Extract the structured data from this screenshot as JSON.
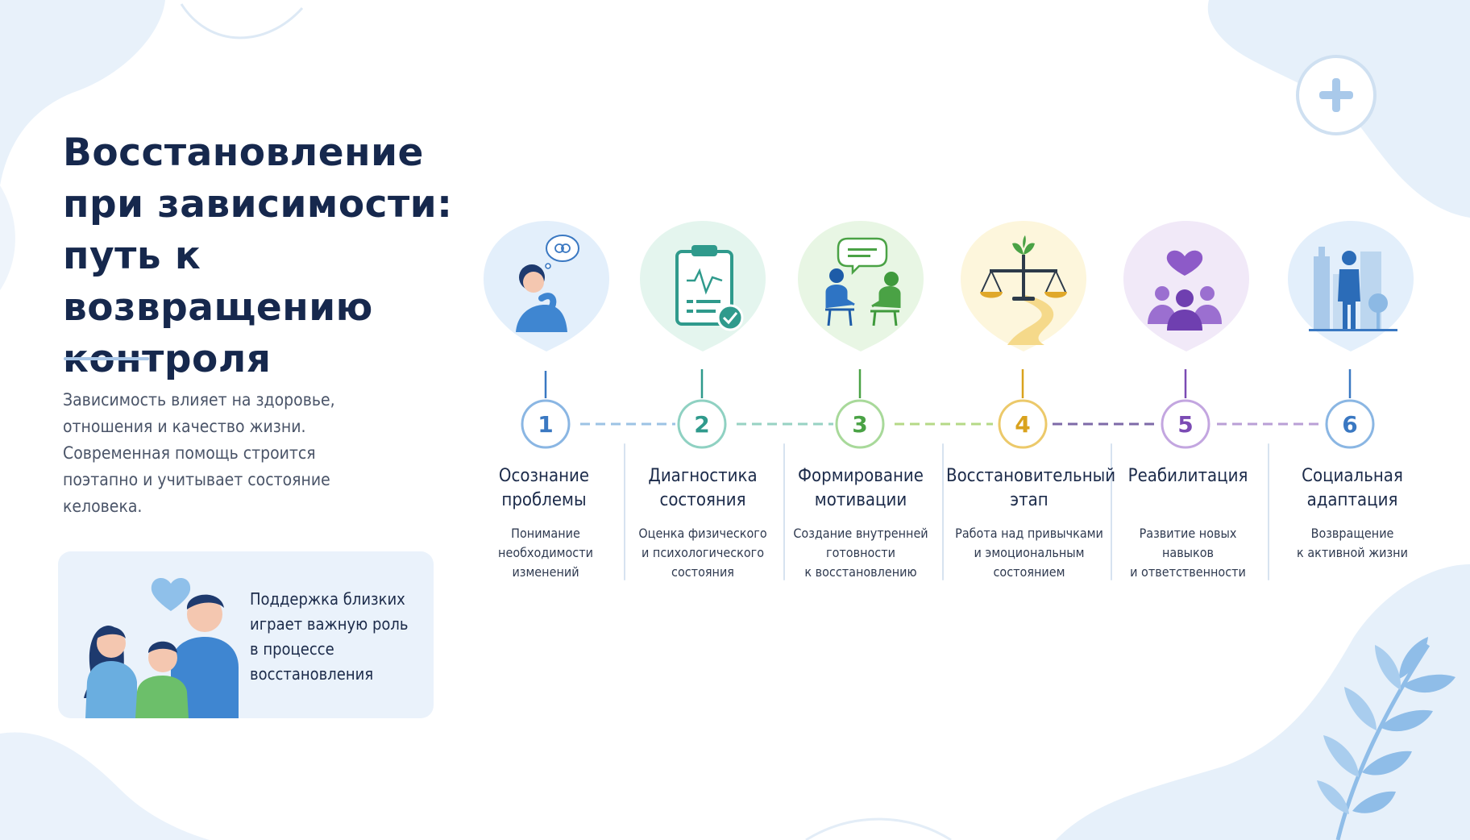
{
  "title": {
    "lines": [
      "Восстановление",
      "при зависимости:",
      "путь к возвращению",
      "контроля"
    ]
  },
  "intro": {
    "lines": [
      "Зависимость влияет на здоровье,",
      "отношения и качество жизни.",
      "Современная помощь строится",
      "поэтапно и учитывает состояние",
      "келовека."
    ]
  },
  "support": {
    "lines": [
      "Поддержка близких",
      "играет важную роль",
      "в процессе",
      "восстановления"
    ],
    "icon": "family-heart-illustration"
  },
  "steps": [
    {
      "number": "1",
      "title": [
        "Осознание",
        "проблемы"
      ],
      "desc": [
        "Понимание",
        "необходимости",
        "изменений"
      ],
      "color": "#3a78c2",
      "bubble": "#e3effb",
      "icon": "thinking-person-icon"
    },
    {
      "number": "2",
      "title": [
        "Диагностика",
        "состояния"
      ],
      "desc": [
        "Оценка физического",
        "и психологического",
        "состояния"
      ],
      "color": "#2f9a8c",
      "bubble": "#e4f5ee",
      "icon": "clipboard-check-icon"
    },
    {
      "number": "3",
      "title": [
        "Формирование",
        "мотивации"
      ],
      "desc": [
        "Создание внутренней",
        "готовности",
        "к восстановлению"
      ],
      "color": "#4aa245",
      "bubble": "#e8f6e4",
      "icon": "conversation-icon"
    },
    {
      "number": "4",
      "title": [
        "Восстановительный",
        "этап"
      ],
      "desc": [
        "Работа над привычками",
        "и эмоциональным",
        "состоянием"
      ],
      "color": "#d9a21d",
      "bubble": "#fdf6dc",
      "icon": "balance-scale-icon"
    },
    {
      "number": "5",
      "title": [
        "Реабилитация"
      ],
      "desc": [
        "Развитие новых",
        "навыков",
        "и ответственности"
      ],
      "color": "#7b4bb4",
      "bubble": "#f1e9f8",
      "icon": "group-heart-icon"
    },
    {
      "number": "6",
      "title": [
        "Социальная",
        "адаптация"
      ],
      "desc": [
        "Возвращение",
        "к активной жизни"
      ],
      "color": "#3a78c2",
      "bubble": "#e3effb",
      "icon": "city-person-icon"
    }
  ],
  "decor": {
    "plus_icon": "plus-icon",
    "leaf_icon": "leaf-branch-icon"
  }
}
